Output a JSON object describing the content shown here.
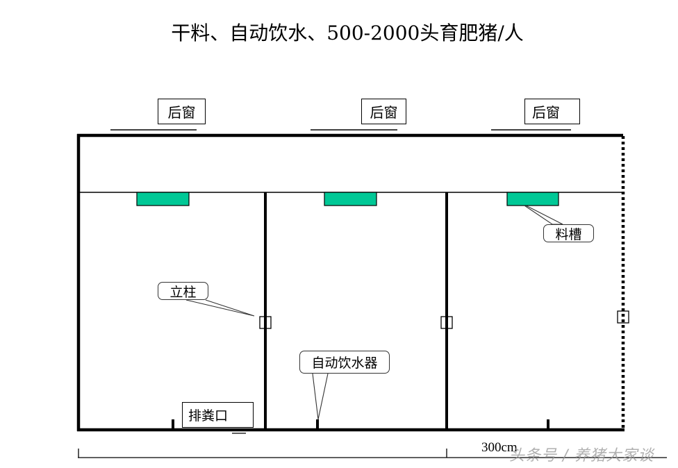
{
  "title": "干料、自动饮水、500-2000头育肥猪/人",
  "colors": {
    "wall": "#000000",
    "feed_trough": "#00C896",
    "watermark": "#969696"
  },
  "windows": [
    {
      "label": "后窗"
    },
    {
      "label": "后窗"
    },
    {
      "label": "后窗"
    }
  ],
  "labels": {
    "post": "立柱",
    "feed_trough": "料槽",
    "drinker": "自动饮水器",
    "drain": "排粪口"
  },
  "dimension": {
    "text": "300cm"
  },
  "watermark": "头条号 / 养猪大家谈"
}
